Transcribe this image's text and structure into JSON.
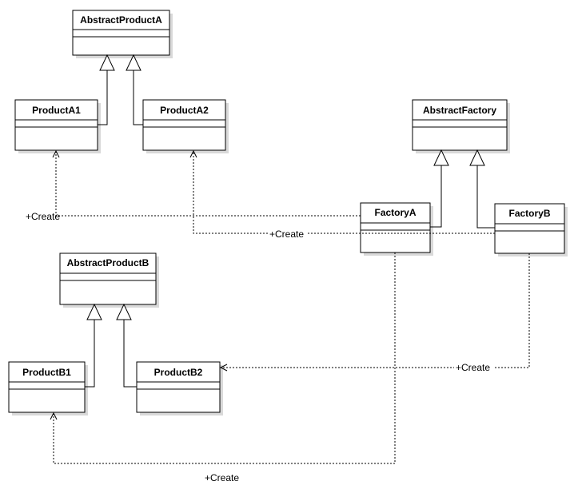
{
  "classes": {
    "abstract_product_a": "AbstractProductA",
    "product_a1": "ProductA1",
    "product_a2": "ProductA2",
    "abstract_factory": "AbstractFactory",
    "factory_a": "FactoryA",
    "factory_b": "FactoryB",
    "abstract_product_b": "AbstractProductB",
    "product_b1": "ProductB1",
    "product_b2": "ProductB2"
  },
  "relations": {
    "create_a1": "+Create",
    "create_a2": "+Create",
    "create_b2": "+Create",
    "create_b1": "+Create"
  }
}
